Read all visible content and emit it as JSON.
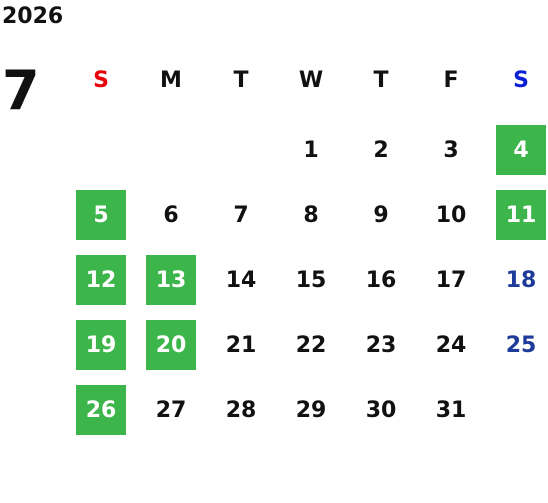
{
  "calendar": {
    "year": "2026",
    "month": "7",
    "weekdays": [
      "S",
      "M",
      "T",
      "W",
      "T",
      "F",
      "S"
    ],
    "weeks": [
      [
        "",
        "",
        "",
        "1",
        "2",
        "3",
        "4"
      ],
      [
        "5",
        "6",
        "7",
        "8",
        "9",
        "10",
        "11"
      ],
      [
        "12",
        "13",
        "14",
        "15",
        "16",
        "17",
        "18"
      ],
      [
        "19",
        "20",
        "21",
        "22",
        "23",
        "24",
        "25"
      ],
      [
        "26",
        "27",
        "28",
        "29",
        "30",
        "31",
        ""
      ]
    ],
    "highlighted_days": [
      "4",
      "5",
      "11",
      "12",
      "13",
      "19",
      "20",
      "26"
    ],
    "colors": {
      "highlight": "#3cb54a",
      "sunday_header": "#e8000b",
      "saturday_header": "#0a1fd6",
      "saturday_day": "#1f3b9a",
      "text": "#111111"
    }
  }
}
